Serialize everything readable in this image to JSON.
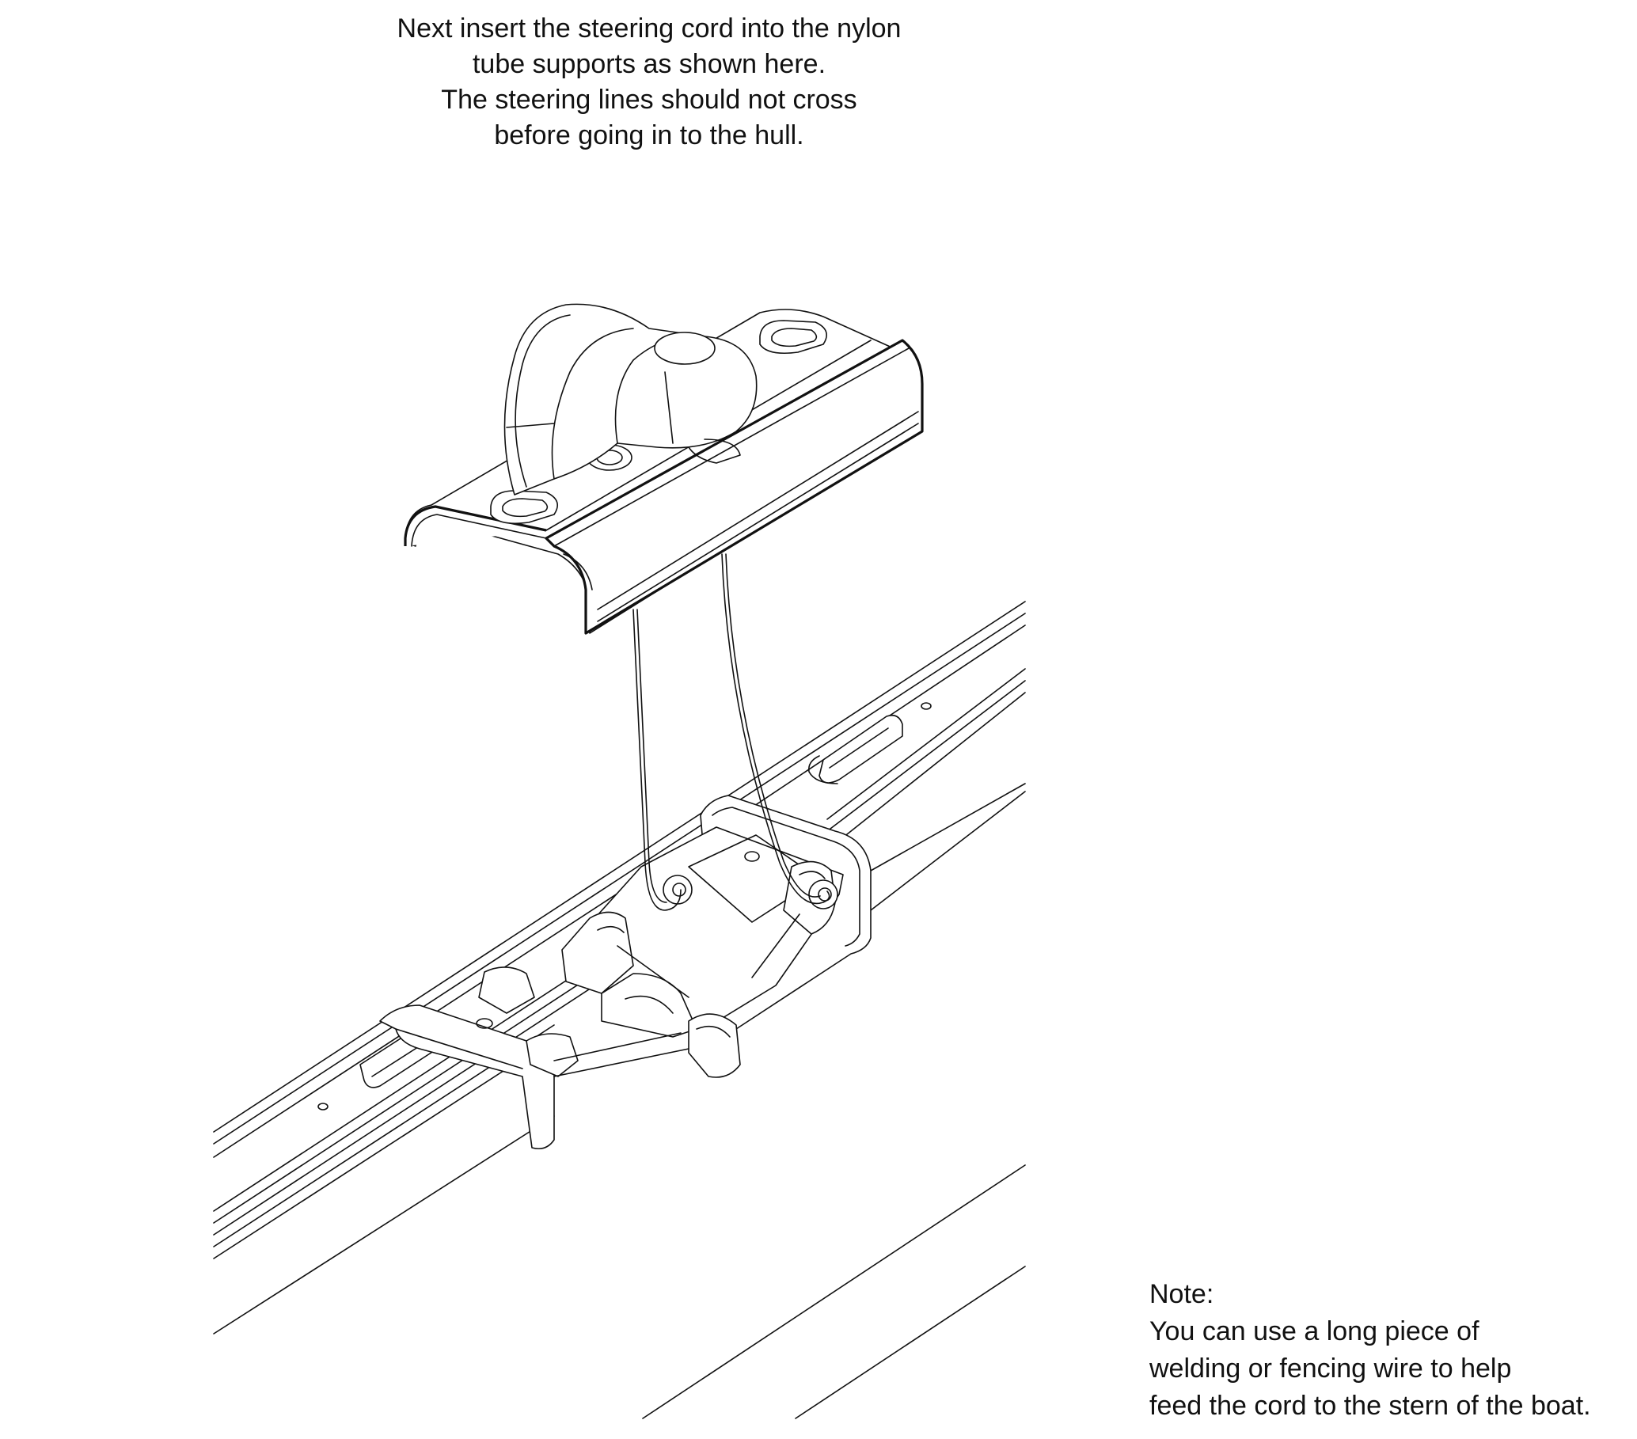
{
  "instruction": {
    "lines": [
      "Next insert the steering cord into the nylon",
      "tube supports as shown here.",
      "The steering lines should not cross",
      "before going in to the hull."
    ]
  },
  "note": {
    "heading": "Note:",
    "lines": [
      "You can use a long piece of",
      "welding or fencing wire to help",
      "feed the cord to the stern of the boat."
    ]
  }
}
